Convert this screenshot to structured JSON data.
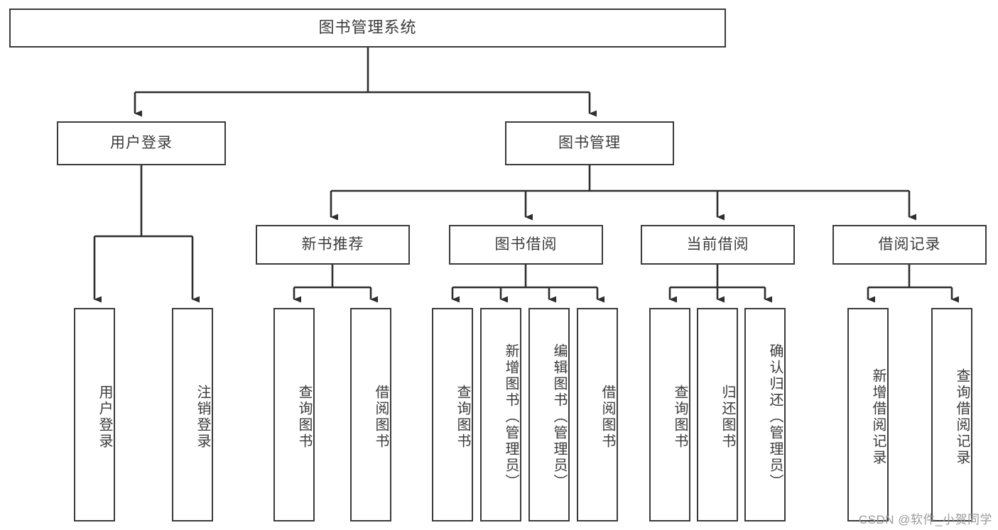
{
  "diagram": {
    "title": "图书管理系统",
    "type": "tree",
    "watermark": "CSDN @软件_小贺同学",
    "colors": {
      "stroke": "#3a3a3a",
      "text": "#3b3b3b",
      "background": "#ffffff",
      "watermark": "#9a9a9a"
    },
    "root": {
      "label": "图书管理系统"
    },
    "level2": [
      {
        "label": "用户登录"
      },
      {
        "label": "图书管理"
      }
    ],
    "level3": [
      {
        "label": "新书推荐"
      },
      {
        "label": "图书借阅"
      },
      {
        "label": "当前借阅"
      },
      {
        "label": "借阅记录"
      }
    ],
    "leaves": {
      "user_login": [
        {
          "label": "用户登录"
        },
        {
          "label": "注销登录"
        }
      ],
      "new_book_recommend": [
        {
          "label": "查询图书"
        },
        {
          "label": "借阅图书"
        }
      ],
      "book_borrow": [
        {
          "label": "查询图书"
        },
        {
          "label": "新增图书（管理员）"
        },
        {
          "label": "编辑图书（管理员）"
        },
        {
          "label": "借阅图书"
        }
      ],
      "current_borrow": [
        {
          "label": "查询图书"
        },
        {
          "label": "归还图书"
        },
        {
          "label": "确认归还（管理员）"
        }
      ],
      "borrow_record": [
        {
          "label": "新增借阅记录"
        },
        {
          "label": "查询借阅记录"
        }
      ]
    }
  }
}
